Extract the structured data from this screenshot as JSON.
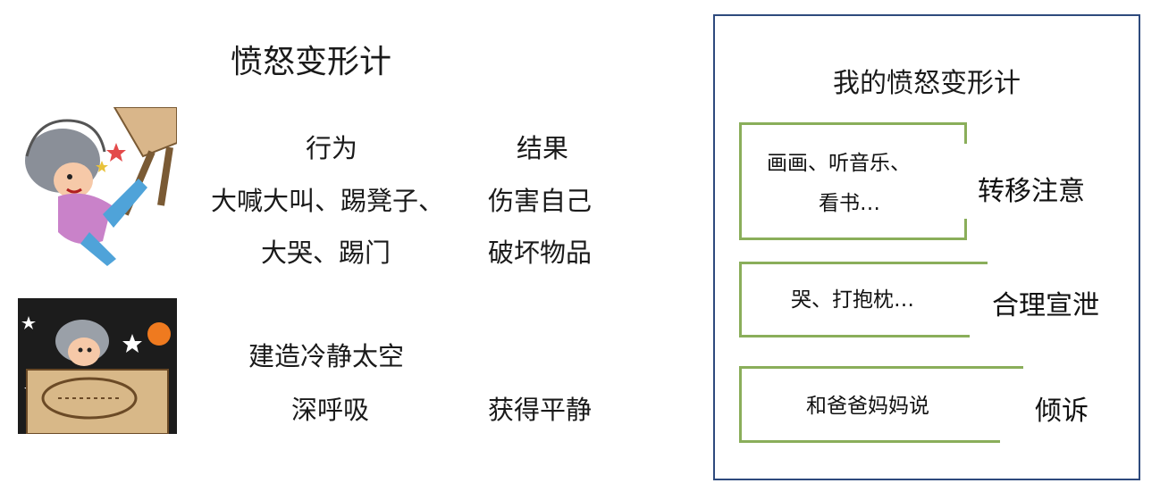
{
  "left": {
    "title": "愤怒变形计",
    "headers": {
      "behavior": "行为",
      "result": "结果"
    },
    "rows": [
      {
        "behavior": "大喊大叫、踢凳子、",
        "result": "伤害自己"
      },
      {
        "behavior": "大哭、踢门",
        "result": "破坏物品"
      }
    ],
    "calm": {
      "behavior_line1": "建造冷静太空",
      "behavior_line2": "深呼吸",
      "result": "获得平静"
    }
  },
  "plan": {
    "title": "我的愤怒变形计",
    "items": [
      {
        "text_line1": "画画、听音乐、",
        "text_line2": "看书…",
        "label": "转移注意"
      },
      {
        "text_line1": "哭、打抱枕…",
        "label": "合理宣泄"
      },
      {
        "text_line1": "和爸爸妈妈说",
        "label": "倾诉"
      }
    ]
  },
  "colors": {
    "panel_border": "#2e4a7d",
    "box_border": "#8aae5a"
  }
}
